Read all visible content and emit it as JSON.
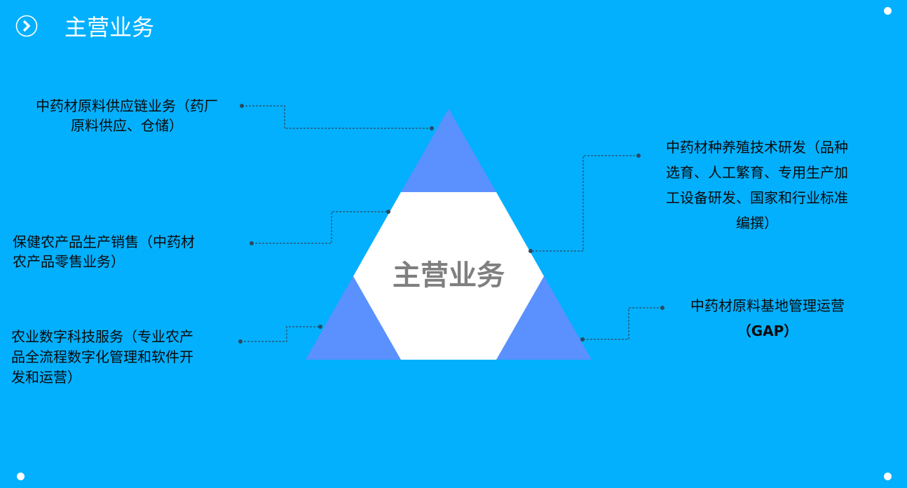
{
  "header": {
    "title": "主营业务",
    "icon": "chevron-right-circle-icon"
  },
  "center_label": "主营业务",
  "colors": {
    "background": "#03b0fe",
    "triangle": "#5a91fe",
    "hexagon": "#ffffff"
  },
  "items": [
    {
      "lines": [
        "中药材原料供应链业务（药厂",
        "原料供应、仓储）"
      ]
    },
    {
      "lines": [
        "保健农产品生产销售（中药材",
        "农产品零售业务）"
      ]
    },
    {
      "lines": [
        "农业数字科技服务（专业农产",
        "品全流程数字化管理和软件开",
        "发和运营）"
      ]
    },
    {
      "lines": [
        "中药材种养殖技术研发（品种",
        "选育、人工繁育、专用生产加",
        "工设备研发、国家和行业标准",
        "编撰）"
      ]
    },
    {
      "lines": [
        "中药材原料基地管理运营",
        "（GAP）"
      ]
    }
  ]
}
